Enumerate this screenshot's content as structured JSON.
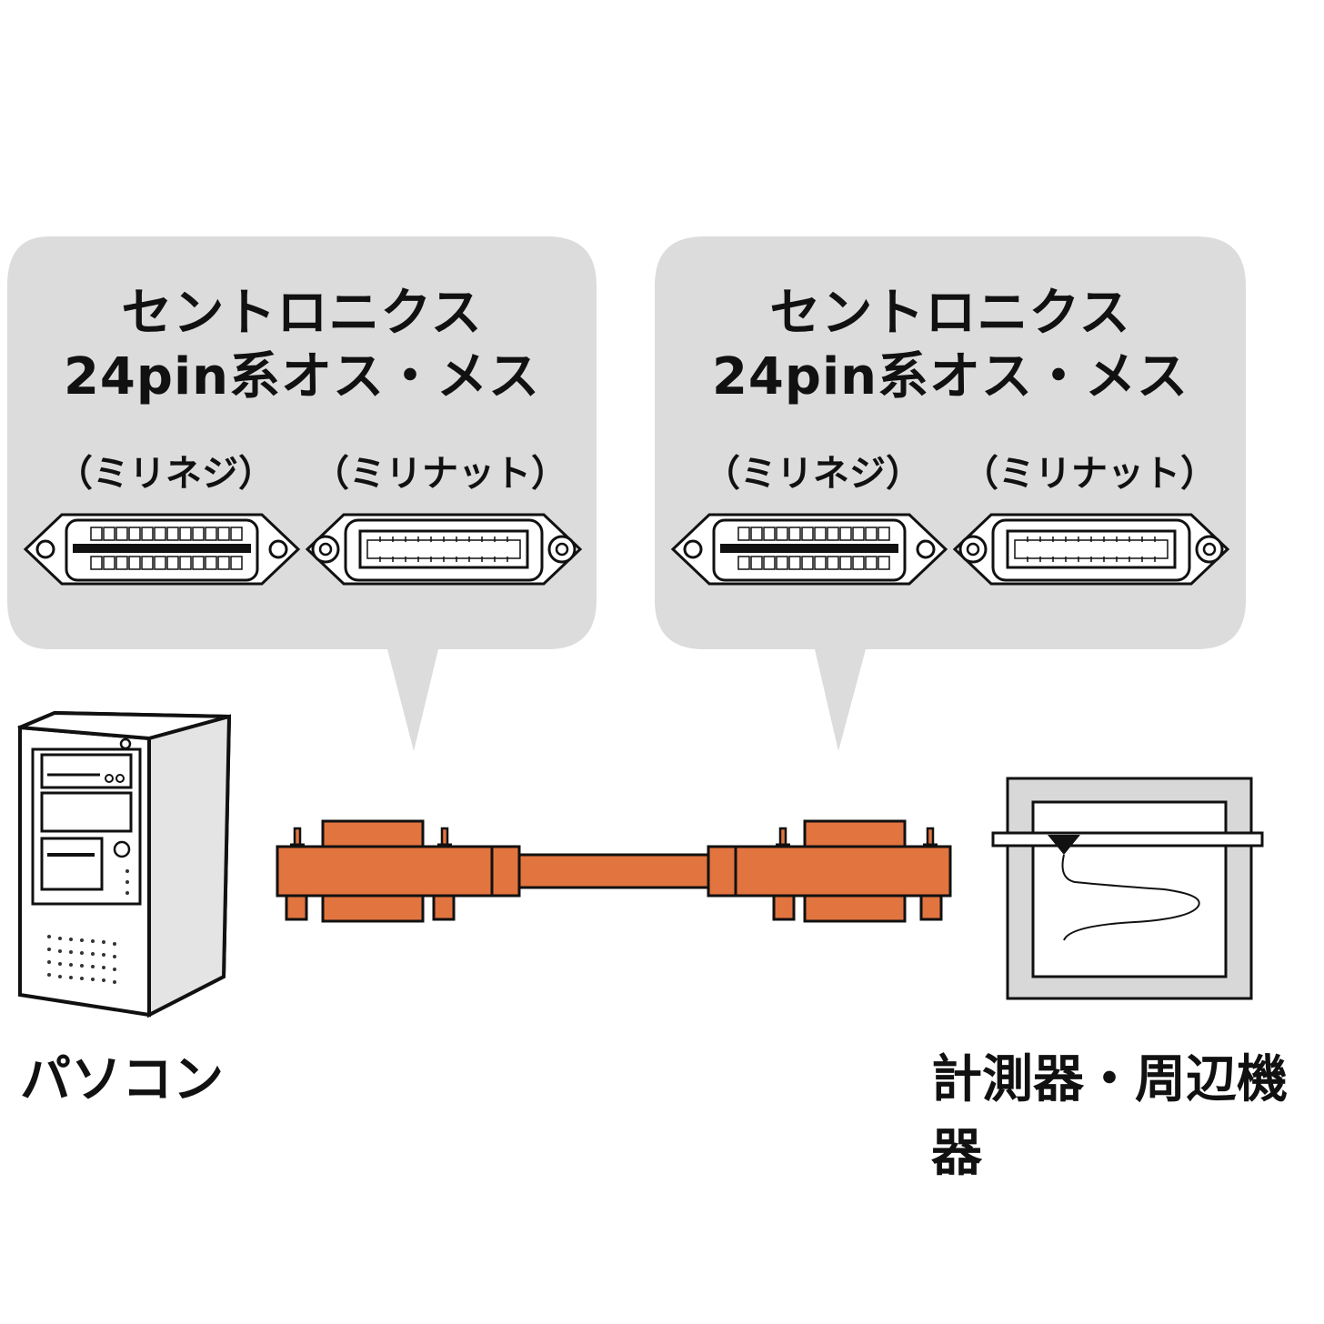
{
  "bubbles": [
    {
      "line1": "セントロニクス",
      "line2": "24pin系オス・メス",
      "left_sub": "（ミリネジ）",
      "right_sub": "（ミリナット）"
    },
    {
      "line1": "セントロニクス",
      "line2": "24pin系オス・メス",
      "left_sub": "（ミリネジ）",
      "right_sub": "（ミリナット）"
    }
  ],
  "devices": {
    "pc_label": "パソコン",
    "peripheral_label": "計測器・周辺機器"
  },
  "colors": {
    "bubble": "#dcdcdc",
    "cable": "#e2743f",
    "outline": "#111111"
  }
}
